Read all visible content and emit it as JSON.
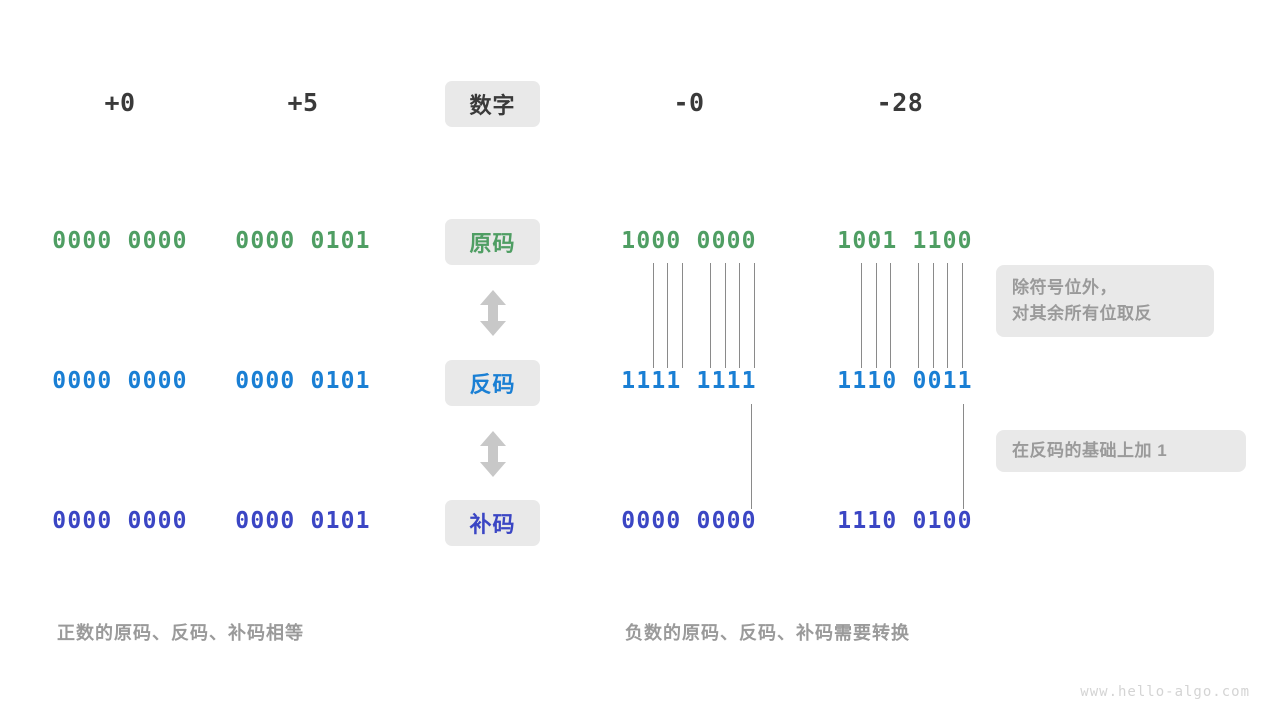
{
  "diagram": {
    "title_watermark": "www.hello-algo.com",
    "column_headers": {
      "pos_zero": "+0",
      "pos_five": "+5",
      "center_label": "数字",
      "neg_zero": "-0",
      "neg_twentyeight": "-28"
    },
    "row_labels": {
      "sign_magnitude": "原码",
      "ones_complement": "反码",
      "twos_complement": "补码"
    },
    "rows": [
      {
        "key": "sign_magnitude",
        "label": "原码",
        "color": "#4f9e63",
        "cells": {
          "pos_zero": "0000 0000",
          "pos_five": "0000 0101",
          "neg_zero": "1000 0000",
          "neg_twentyeight": "1001 1100"
        }
      },
      {
        "key": "ones_complement",
        "label": "反码",
        "color": "#1a7fd4",
        "cells": {
          "pos_zero": "0000 0000",
          "pos_five": "0000 0101",
          "neg_zero": "1111 1111",
          "neg_twentyeight": "1110 0011"
        }
      },
      {
        "key": "twos_complement",
        "label": "补码",
        "color": "#3b46c4",
        "cells": {
          "pos_zero": "0000 0000",
          "pos_five": "0000 0101",
          "neg_zero": "0000 0000",
          "neg_twentyeight": "1110 0100"
        }
      }
    ],
    "annotations": {
      "invert_bits_line1": "除符号位外，",
      "invert_bits_line2": "对其余所有位取反",
      "add_one": "在反码的基础上加 1"
    },
    "captions": {
      "positive": "正数的原码、反码、补码相等",
      "negative": "负数的原码、反码、补码需要转换"
    },
    "icons": {
      "arrow_updown": "double-arrow-up-down"
    },
    "colors": {
      "badge_bg": "#e9e9e9",
      "sign_magnitude": "#4f9e63",
      "ones_complement": "#1a7fd4",
      "twos_complement": "#3b46c4",
      "muted_text": "#9a9a9a",
      "connector": "#8a8a8a"
    }
  }
}
